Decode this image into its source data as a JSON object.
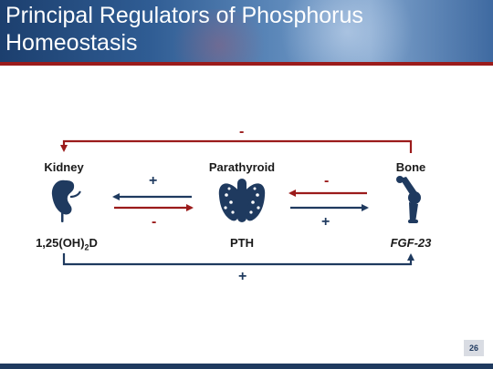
{
  "slide": {
    "title_line1": "Principal Regulators of Phosphorus",
    "title_line2": "Homeostasis",
    "page_number": "26"
  },
  "nodes": {
    "kidney": {
      "label": "Kidney",
      "hormone": "1,25(OH)",
      "hormone_sub": "2",
      "hormone_suffix": "D",
      "icon": "kidney-icon"
    },
    "parathyroid": {
      "label": "Parathyroid",
      "hormone": "PTH",
      "icon": "thyroid-gland-icon"
    },
    "bone": {
      "label": "Bone",
      "hormone": "FGF-23",
      "icon": "bone-joint-icon"
    }
  },
  "signs": {
    "top_loop": "-",
    "bottom_loop": "+",
    "parathyroid_to_kidney": "+",
    "kidney_to_parathyroid": "-",
    "bone_to_parathyroid": "-",
    "parathyroid_to_bone": "+"
  },
  "colors": {
    "red": "#9b1b1b",
    "navy": "#1f3a5f"
  }
}
